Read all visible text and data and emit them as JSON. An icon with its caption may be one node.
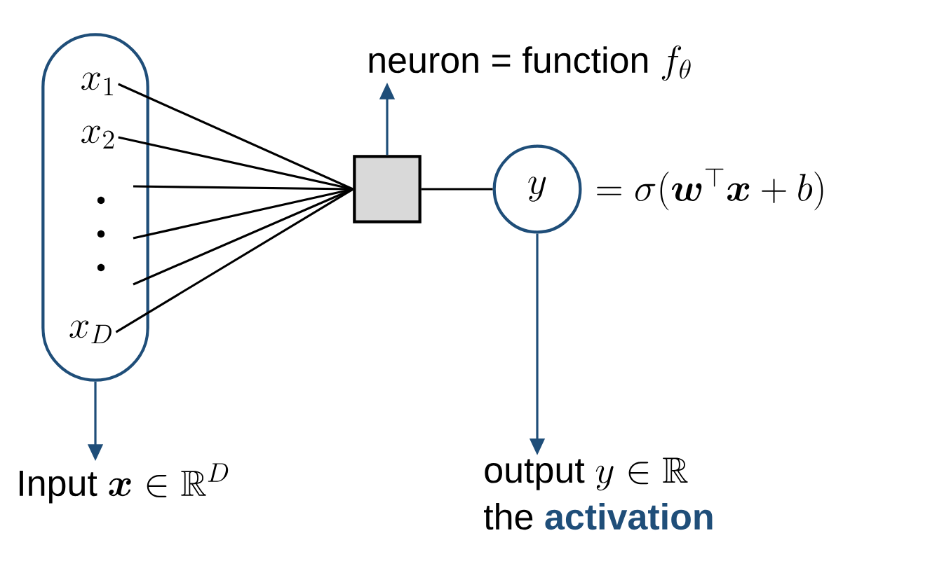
{
  "diagram": {
    "nodes": [
      {
        "text": [],
        "shape": "capsule"
      },
      {
        "text": [
          "x_{1}"
        ],
        "in": 0
      },
      {
        "text": [
          "x_{2}"
        ],
        "in": 0
      },
      {
        "text": [
          "x_{D}"
        ],
        "in": 0
      },
      {
        "text": [],
        "shape": "box"
      },
      {
        "text": [
          "\\text{neuron = function } f_{\\theta}"
        ]
      },
      {
        "text": [
          "y"
        ],
        "beside": [
          "= \\sigma(\\boldsymbol{w}^{\\top}\\boldsymbol{x}+b)"
        ]
      },
      {
        "text": [
          "\\text{Input } \\boldsymbol{x} \\in \\mathbb{R}^{D}"
        ]
      },
      {
        "text": [
          "\\text{output } y \\in \\mathbb{R}",
          "the **activation**"
        ]
      }
    ],
    "edges": [
      {
        "from": 1,
        "to": 4,
        "arrow": "none"
      },
      {
        "from": 2,
        "to": 4,
        "arrow": "none"
      },
      {
        "from": 0,
        "to": 4,
        "arrow": "none"
      },
      {
        "from": 0,
        "to": 4,
        "arrow": "none"
      },
      {
        "from": 0,
        "to": 4,
        "arrow": "none"
      },
      {
        "from": 3,
        "to": 4,
        "arrow": "none"
      },
      {
        "from": 4,
        "to": 5,
        "arrow": "to",
        "color": "#1f4e79"
      },
      {
        "from": 4,
        "to": 6,
        "arrow": "none"
      },
      {
        "from": 6,
        "to": 8,
        "arrow": "to",
        "color": "#1f4e79"
      },
      {
        "from": 0,
        "to": 7,
        "arrow": "to",
        "color": "#1f4e79"
      }
    ]
  }
}
